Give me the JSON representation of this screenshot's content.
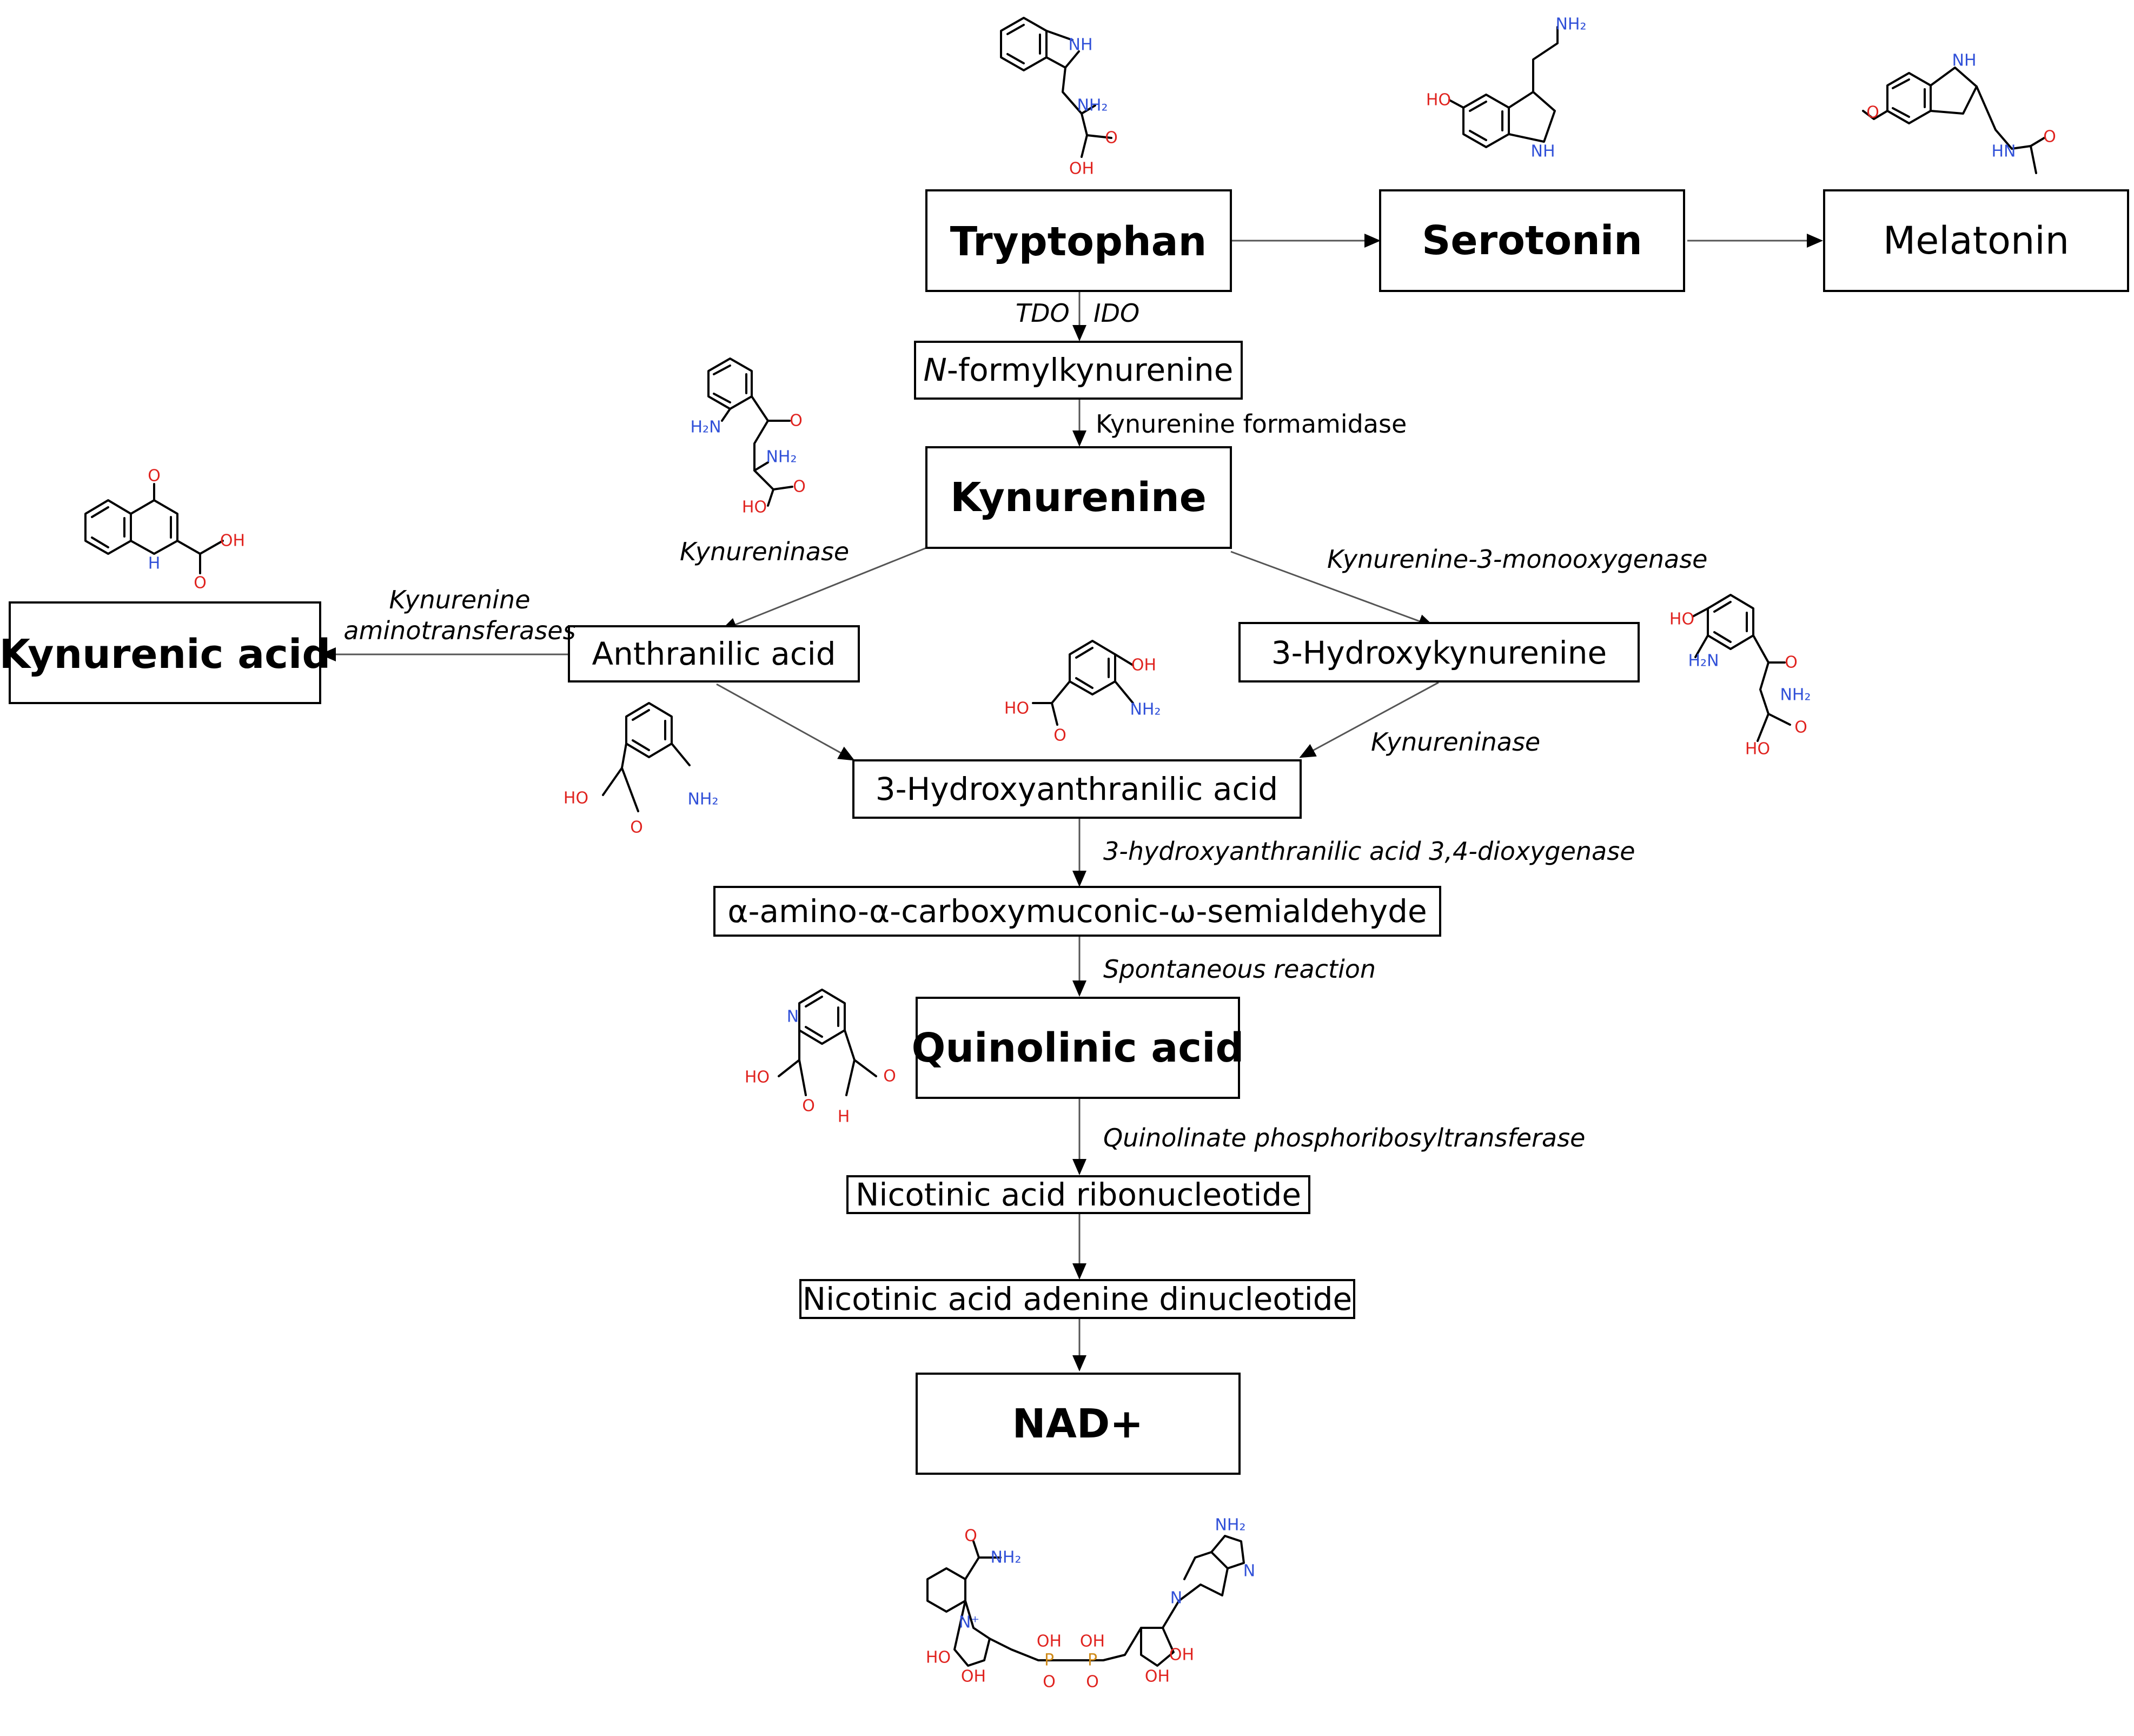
{
  "nodes": {
    "tryptophan": "Tryptophan",
    "serotonin": "Serotonin",
    "melatonin": "Melatonin",
    "n_formylkynurenine_prefix": "N",
    "n_formylkynurenine_rest": "-formylkynurenine",
    "kynurenine": "Kynurenine",
    "kynurenic_acid": "Kynurenic acid",
    "anthranilic_acid": "Anthranilic acid",
    "hydroxykynurenine": "3-Hydroxykynurenine",
    "hydroxyanthranilic_acid": "3-Hydroxyanthranilic acid",
    "semialdehyde": "α-amino-α-carboxymuconic-ω-semialdehyde",
    "quinolinic_acid": "Quinolinic acid",
    "nicotinic_ribonucleotide": "Nicotinic acid ribonucleotide",
    "nicotinic_dinucleotide": "Nicotinic acid adenine dinucleotide",
    "nad": "NAD+"
  },
  "enzymes": {
    "tdo": "TDO",
    "ido": "IDO",
    "kynurenine_formamidase": "Kynurenine formamidase",
    "kynureninase_left": "Kynureninase",
    "kynureninase_right": "Kynureninase",
    "kmo": "Kynurenine-3-monooxygenase",
    "kat_line1": "Kynurenine",
    "kat_line2": "aminotransferases",
    "haao": "3-hydroxyanthranilic acid 3,4-dioxygenase",
    "spontaneous": "Spontaneous reaction",
    "qprt": "Quinolinate phosphoribosyltransferase"
  },
  "atoms": {
    "nh": "NH",
    "nh2": "NH₂",
    "oh": "OH",
    "ho": "HO",
    "o": "O",
    "n": "N",
    "h": "H",
    "p": "P",
    "h2n": "H₂N",
    "hn": "HN",
    "n_plus": "N⁺"
  },
  "colors": {
    "oxygen": "#e0231f",
    "nitrogen": "#3050d8",
    "phosphorus": "#d08b1a",
    "arrow": "#555555"
  }
}
